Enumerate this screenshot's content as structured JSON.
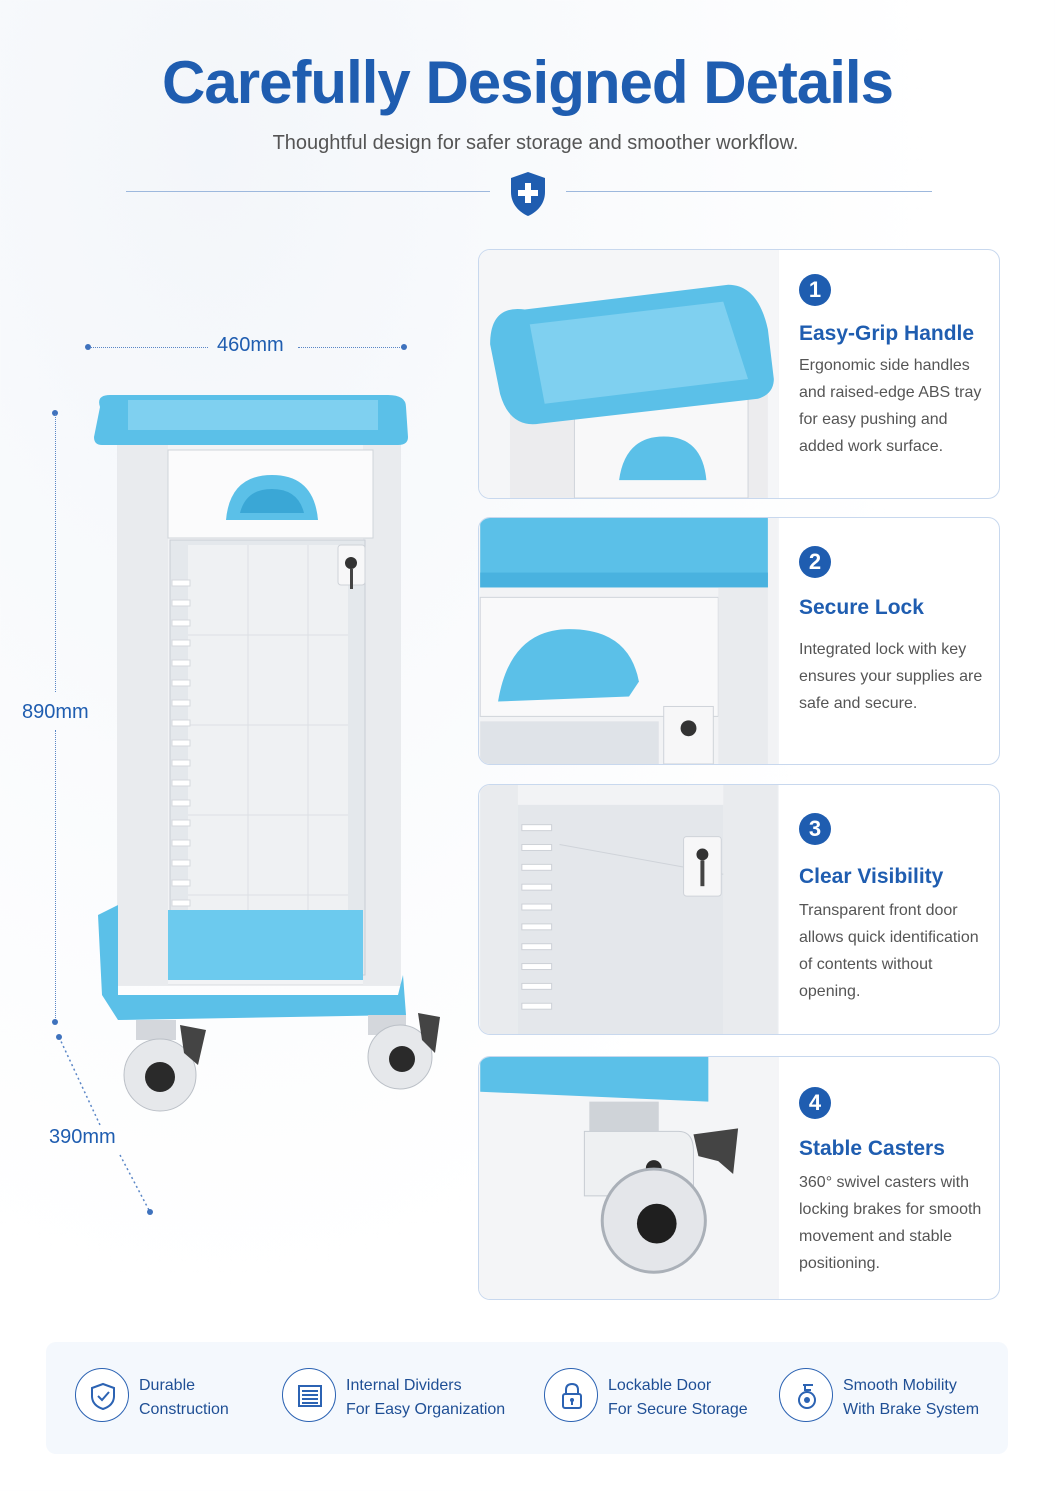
{
  "header": {
    "title": "Carefully Designed Details",
    "subtitle": "Thoughtful design for safer storage and smoother workflow."
  },
  "dimensions": {
    "width": "460mm",
    "height": "890mm",
    "depth": "390mm"
  },
  "details": [
    {
      "number": "1",
      "title": "Easy-Grip Handle",
      "description": "Ergonomic side handles and raised-edge ABS tray for easy pushing and added work surface."
    },
    {
      "number": "2",
      "title": "Secure Lock",
      "description": "Integrated lock with key ensures your supplies are safe and secure."
    },
    {
      "number": "3",
      "title": "Clear Visibility",
      "description": "Transparent front door allows quick identification of contents without opening."
    },
    {
      "number": "4",
      "title": "Stable Casters",
      "description": "360° swivel casters with locking brakes for smooth movement and stable positioning."
    }
  ],
  "features": [
    {
      "icon": "shield-check-icon",
      "line1": "Durable",
      "line2": "Construction"
    },
    {
      "icon": "dividers-icon",
      "line1": "Internal Dividers",
      "line2": "For Easy Organization"
    },
    {
      "icon": "padlock-icon",
      "line1": "Lockable Door",
      "line2": "For Secure Storage"
    },
    {
      "icon": "caster-wheel-icon",
      "line1": "Smooth Mobility",
      "line2": "With Brake System"
    }
  ],
  "colors": {
    "brand_blue": "#1f5db0",
    "cart_blue": "#5bc0e8",
    "cart_white": "#f2f3f5"
  }
}
